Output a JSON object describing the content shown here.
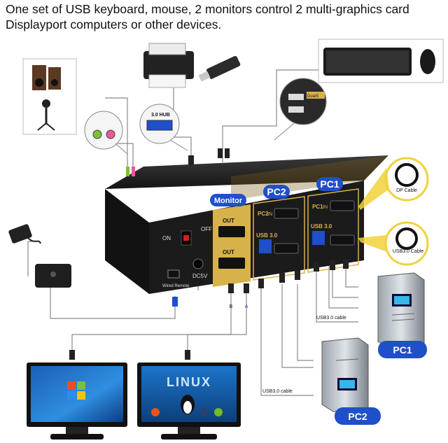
{
  "title": "One set of USB keyboard, mouse, 2 monitors control 2 multi-graphics card Displayport computers or other devices.",
  "device": {
    "label_pc2": "PC2",
    "label_pc1": "PC1",
    "label_monitor": "Monitor",
    "panel_on": "ON",
    "panel_off": "OFF",
    "out_b": "OUT",
    "out_a": "OUT",
    "pc2_in": "PC2",
    "pc2_in_suffix": "IN",
    "pc1_in": "PC1",
    "pc1_in_suffix": "IN",
    "usb30_left": "USB 3.0",
    "usb30_right": "USB 3.0",
    "dc5v": "DC5V",
    "wired_remote": "Wired Remote"
  },
  "callouts": {
    "usb_hub": "3.0 HUB",
    "dp_cable": "DP Cable",
    "usb30_cable": "USB3.0 Cable",
    "keyboard_brand": "DualS"
  },
  "cables": {
    "usb30_cable_top": "USB3.0 cable",
    "usb30_cable_bottom": "USB3.0 cable"
  },
  "computers": {
    "pc1": "PC1",
    "pc2": "PC2"
  },
  "monitor": {
    "linux_text": "LINUX"
  },
  "plugs": {
    "a": "A",
    "b": "B"
  },
  "colors": {
    "accent_blue": "#1f4fc9",
    "device_gold": "#d7b24a",
    "device_body": "#1c1c1c",
    "callout_yellow": "#f1d23a"
  }
}
